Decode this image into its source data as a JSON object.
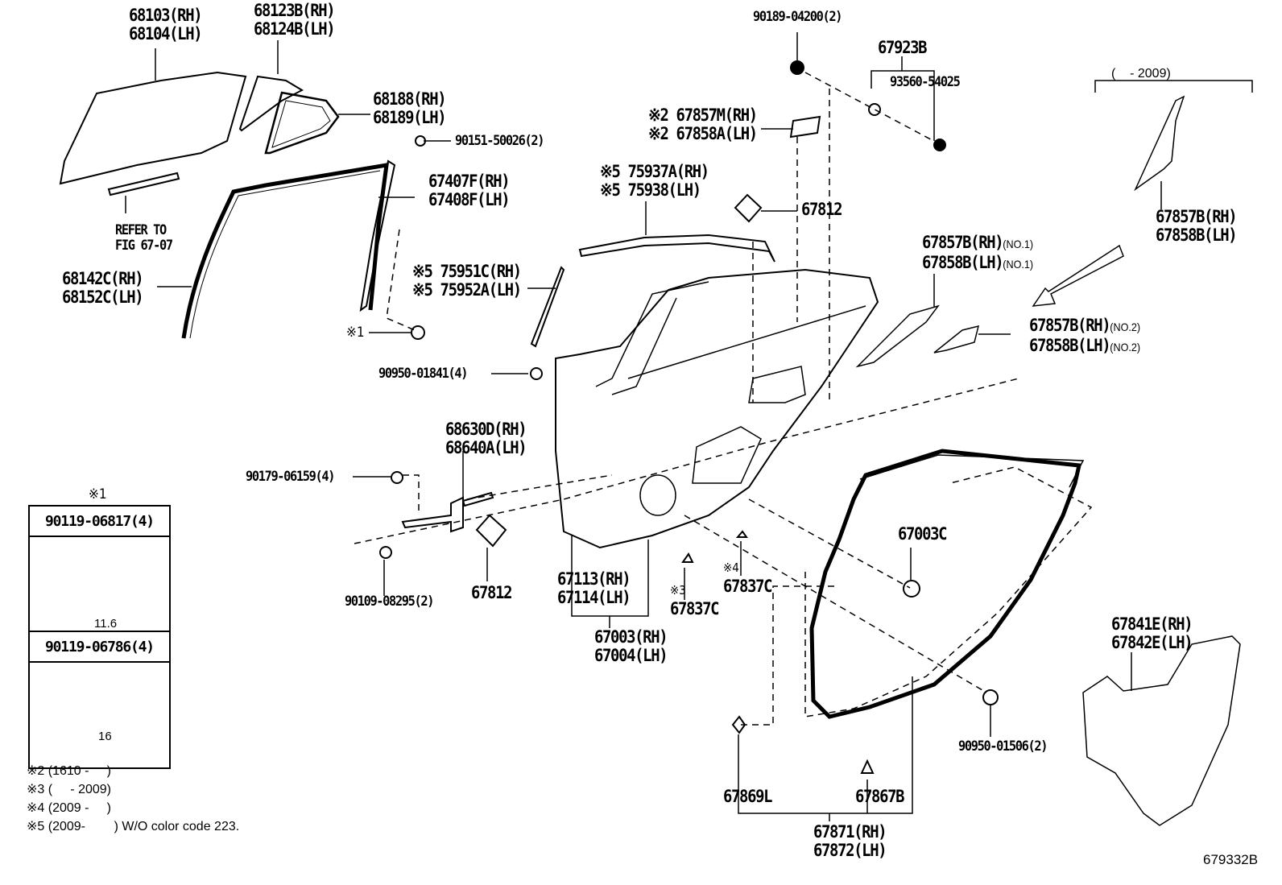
{
  "figure_number": "679332B",
  "callouts": {
    "quarter_glass_front": [
      "68103(RH)",
      "68104(LH)"
    ],
    "quarter_glass_rear": [
      "68123B(RH)",
      "68124B(LH)"
    ],
    "quarter_glass_seal": [
      "68188(RH)",
      "68189(LH)"
    ],
    "screw_top": "90151-50026(2)",
    "division_bar": [
      "67407F(RH)",
      "67408F(LH)"
    ],
    "refer_to": [
      "REFER TO",
      "FIG 67-07"
    ],
    "run_channel": [
      "68142C(RH)",
      "68152C(LH)"
    ],
    "note1_ref": "※1",
    "garnish_rear": [
      "※5 75951C(RH)",
      "※5 75952A(LH)"
    ],
    "nut_upper": "90950-01841(4)",
    "belt_moulding": [
      "※5 75937A(RH)",
      "※5 75938(LH)"
    ],
    "clip_top": "90189-04200(2)",
    "bracket_top": [
      "※2 67857M(RH)",
      "※2 67858A(LH)"
    ],
    "service_hole_cover_top": "67812",
    "cover_group": "67923B",
    "screw_group": "93560-54025",
    "range_bracket_top": "(    - 2009)",
    "pad_upper_right": [
      "67857B(RH)",
      "67858B(LH)"
    ],
    "pad_no1": [
      "67857B(RH)",
      "67858B(LH)"
    ],
    "pad_no1_sub": "(NO.1)",
    "pad_no2": [
      "67857B(RH)",
      "67858B(LH)"
    ],
    "pad_no2_sub": "(NO.2)",
    "door_check": [
      "68630D(RH)",
      "68640A(LH)"
    ],
    "bolt_check": "90179-06159(4)",
    "bolt_lower": "90109-08295(2)",
    "service_hole_cover_bottom": "67812",
    "door_panel_outer": [
      "67113(RH)",
      "67114(LH)"
    ],
    "door_assembly": [
      "67003(RH)",
      "67004(LH)"
    ],
    "clip_837c_3": [
      "※3",
      "67837C"
    ],
    "clip_837c_4": [
      "※4",
      "67837C"
    ],
    "stopper": "67003C",
    "weatherstrip": [
      "67871(RH)",
      "67872(LH)"
    ],
    "clip_869l": "67869L",
    "clip_867b": "67867B",
    "nut_lower": "90950-01506(2)",
    "silencer_pad": [
      "67841E(RH)",
      "67842E(LH)"
    ]
  },
  "inset": {
    "ref": "※1",
    "bolts": [
      {
        "part": "90119-06817(4)",
        "length": "11.6"
      },
      {
        "part": "90119-06786(4)",
        "length": "16"
      }
    ]
  },
  "notes": [
    "※2 (1610 -     )",
    "※3 (     - 2009)",
    "※4 (2009 -     )",
    "※5 (2009-        ) W/O color code 223."
  ]
}
